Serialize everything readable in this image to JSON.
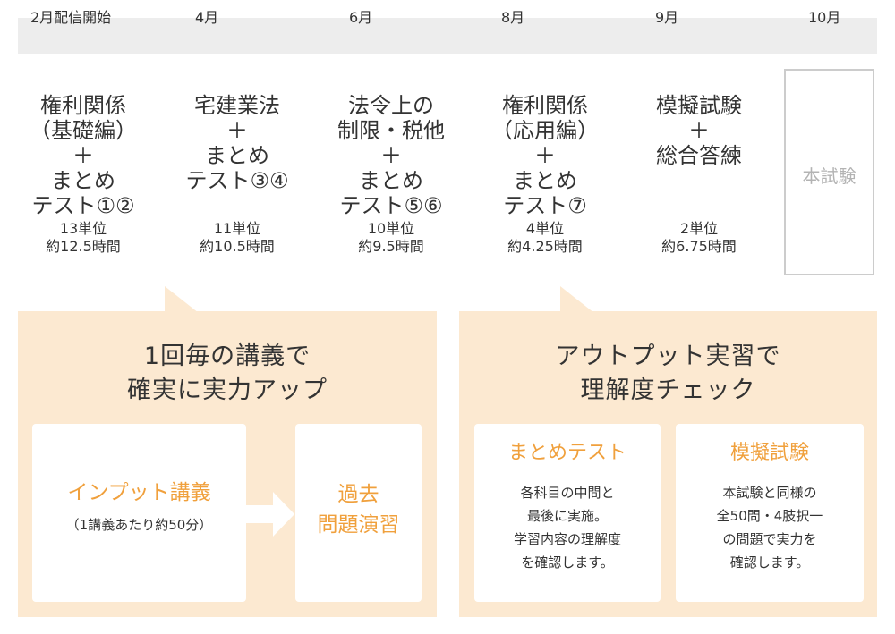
{
  "timeline": {
    "months": [
      "2月配信開始",
      "4月",
      "6月",
      "8月",
      "9月",
      "10月"
    ],
    "stages": [
      {
        "title": "権利関係\n（基礎編）\n＋\nまとめ\nテスト①②",
        "units": "13単位",
        "hours": "約12.5時間"
      },
      {
        "title": "宅建業法\n＋\nまとめ\nテスト③④",
        "units": "11単位",
        "hours": "約10.5時間"
      },
      {
        "title": "法令上の\n制限・税他\n＋\nまとめ\nテスト⑤⑥",
        "units": "10単位",
        "hours": "約9.5時間"
      },
      {
        "title": "権利関係\n（応用編）\n＋\nまとめ\nテスト⑦",
        "units": "4単位",
        "hours": "約4.25時間"
      },
      {
        "title": "模擬試験\n＋\n総合答練",
        "units": "2単位",
        "hours": "約6.75時間"
      }
    ],
    "exam_label": "本試験"
  },
  "left_panel": {
    "title": "1回毎の講義で\n確実に実力アップ",
    "lecture_title": "インプット講義",
    "lecture_sub": "（1講義あたり約50分）",
    "practice_title": "過去\n問題演習"
  },
  "right_panel": {
    "title": "アウトプット実習で\n理解度チェック",
    "test_title": "まとめテスト",
    "test_body": "各科目の中間と\n最後に実施。\n学習内容の理解度\nを確認します。",
    "mock_title": "模擬試験",
    "mock_body": "本試験と同様の\n全50問・4肢択一\nの問題で実力を\n確認します。"
  },
  "colors": {
    "accent": "#f0a03c",
    "panel_bg": "#fce9d1",
    "bar_bg": "#ededed"
  }
}
